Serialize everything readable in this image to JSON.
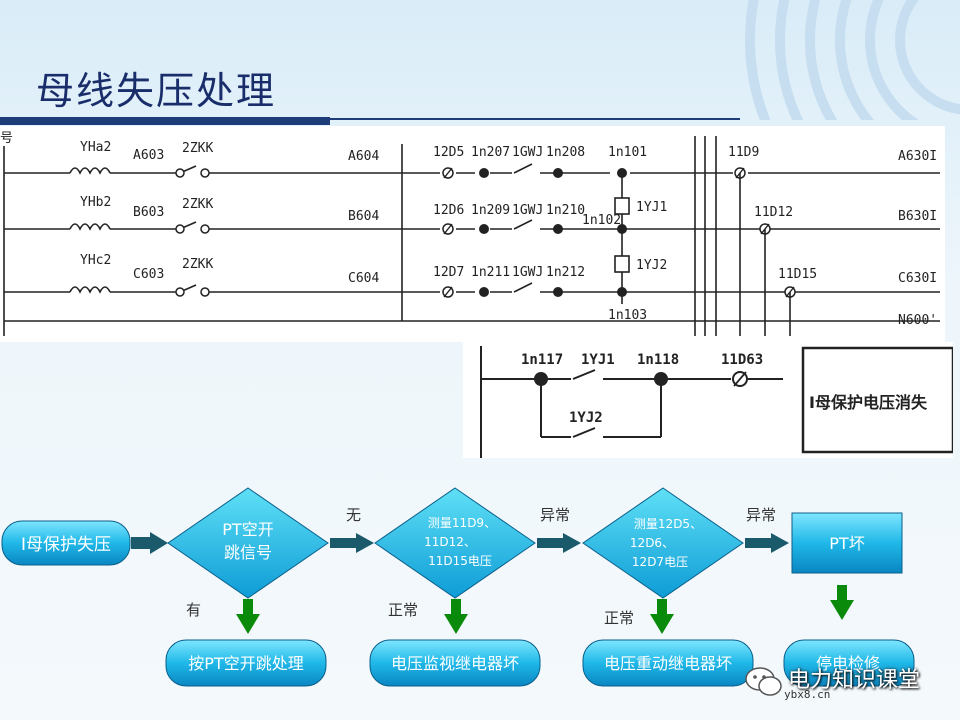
{
  "title": "母线失压处理",
  "circuit": {
    "left_mark": "号",
    "rows": [
      {
        "coil": "YHa2",
        "phase": "A603",
        "switch": "2ZKK",
        "wire": "A604",
        "term1": "12D5",
        "node1": "1n207",
        "gwj": "1GWJ",
        "node2": "1n208",
        "out_term": "11D9",
        "out": "A630I"
      },
      {
        "coil": "YHb2",
        "phase": "B603",
        "switch": "2ZKK",
        "wire": "B604",
        "term1": "12D6",
        "node1": "1n209",
        "gwj": "1GWJ",
        "node2": "1n210",
        "out_term": "11D12",
        "out": "B630I"
      },
      {
        "coil": "YHc2",
        "phase": "C603",
        "switch": "2ZKK",
        "wire": "C604",
        "term1": "12D7",
        "node1": "1n211",
        "gwj": "1GWJ",
        "node2": "1n212",
        "out_term": "11D15",
        "out": "C630I"
      }
    ],
    "n101": "1n101",
    "n102": "1n102",
    "n103": "1n103",
    "yj1": "1YJ1",
    "yj2": "1YJ2",
    "neutral": "N600'"
  },
  "circuit2": {
    "n117": "1n117",
    "yj1": "1YJ1",
    "n118": "1n118",
    "d63": "11D63",
    "yj2": "1YJ2",
    "label": "Ⅰ母保护电压消失"
  },
  "flow": {
    "start": "Ⅰ母保护失压",
    "d1": [
      "PT空开",
      "跳信号"
    ],
    "d1_no": "无",
    "d1_yes": "有",
    "act1": "按PT空开跳处理",
    "d2": [
      "测量11D9、",
      "11D12、",
      "11D15电压"
    ],
    "d2_abn": "异常",
    "d2_norm": "正常",
    "act2": "电压监视继电器坏",
    "d3": [
      "测量12D5、",
      "12D6、",
      "12D7电压"
    ],
    "d3_abn": "异常",
    "d3_norm": "正常",
    "act3": "电压重动继电器坏",
    "pt": "PT坏",
    "act4": "停电检修"
  },
  "watermark": {
    "name": "电力知识课堂",
    "site": "ybx8.cn"
  }
}
